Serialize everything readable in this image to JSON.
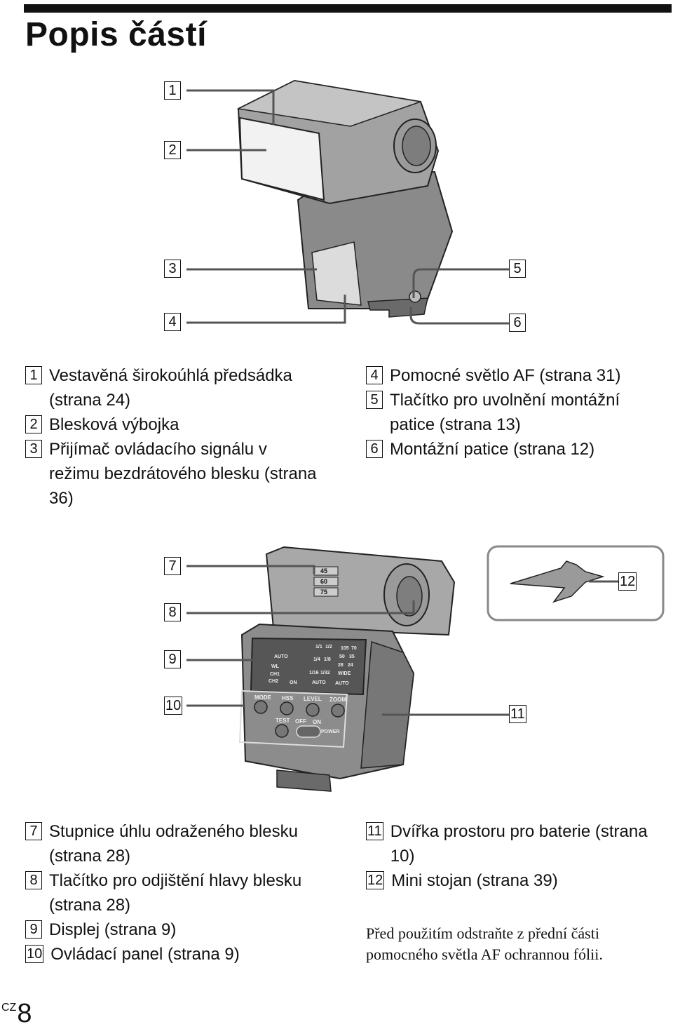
{
  "page": {
    "title": "Popis částí",
    "lang_mark": "CZ",
    "page_number": "8"
  },
  "legend_top_left": [
    {
      "num": "1",
      "text": "Vestavěná širokoúhlá předsádka (strana 24)"
    },
    {
      "num": "2",
      "text": "Blesková výbojka"
    },
    {
      "num": "3",
      "text": "Přijímač ovládacího signálu v režimu bezdrátového blesku (strana 36)"
    }
  ],
  "legend_top_right": [
    {
      "num": "4",
      "text": "Pomocné světlo AF (strana 31)"
    },
    {
      "num": "5",
      "text": "Tlačítko pro uvolnění montážní patice (strana 13)"
    },
    {
      "num": "6",
      "text": "Montážní patice (strana 12)"
    }
  ],
  "legend_bottom_left": [
    {
      "num": "7",
      "text": "Stupnice úhlu odraženého blesku (strana 28)"
    },
    {
      "num": "8",
      "text": "Tlačítko pro odjištění hlavy blesku (strana 28)"
    },
    {
      "num": "9",
      "text": "Displej (strana 9)"
    },
    {
      "num": "10",
      "text": "Ovládací panel (strana 9)"
    }
  ],
  "legend_bottom_right": [
    {
      "num": "11",
      "text": "Dvířka prostoru pro baterie (strana 10)"
    },
    {
      "num": "12",
      "text": "Mini stojan (strana 39)"
    }
  ],
  "note": "Před použitím odstraňte z přední části pomocného světla AF ochrannou fólii.",
  "callouts_fig1": [
    "1",
    "2",
    "3",
    "4",
    "5",
    "6"
  ],
  "callouts_fig2": [
    "7",
    "8",
    "9",
    "10",
    "11",
    "12"
  ],
  "flash_panel": {
    "scale_marks": [
      "45",
      "60",
      "75"
    ],
    "display_lines": [
      "AUTO",
      "WL",
      "CH1",
      "CH2",
      "ON",
      "AUTO",
      "AUTO"
    ],
    "power_ratios": [
      "1/1",
      "1/2",
      "1/4",
      "1/8",
      "1/16",
      "1/32"
    ],
    "zoom_values": [
      "105",
      "70",
      "50",
      "35",
      "28",
      "24",
      "WIDE"
    ],
    "button_labels": [
      "MODE",
      "HSS",
      "LEVEL",
      "ZOOM",
      "TEST"
    ],
    "switch_labels": [
      "OFF",
      "ON",
      "POWER"
    ]
  }
}
